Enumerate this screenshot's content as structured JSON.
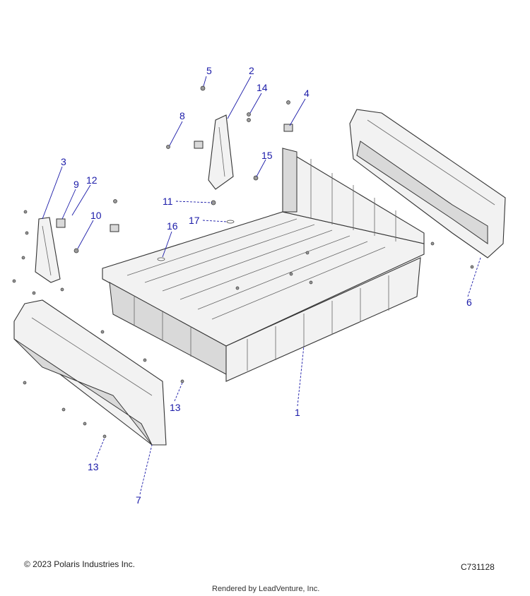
{
  "callouts": [
    {
      "id": "c1",
      "label": "1"
    },
    {
      "id": "c2",
      "label": "2"
    },
    {
      "id": "c3",
      "label": "3"
    },
    {
      "id": "c4",
      "label": "4"
    },
    {
      "id": "c5",
      "label": "5"
    },
    {
      "id": "c6",
      "label": "6"
    },
    {
      "id": "c7",
      "label": "7"
    },
    {
      "id": "c8",
      "label": "8"
    },
    {
      "id": "c9",
      "label": "9"
    },
    {
      "id": "c10",
      "label": "10"
    },
    {
      "id": "c11",
      "label": "11"
    },
    {
      "id": "c12",
      "label": "12"
    },
    {
      "id": "c13a",
      "label": "13"
    },
    {
      "id": "c13b",
      "label": "13"
    },
    {
      "id": "c14",
      "label": "14"
    },
    {
      "id": "c15",
      "label": "15"
    },
    {
      "id": "c16",
      "label": "16"
    },
    {
      "id": "c17",
      "label": "17"
    }
  ],
  "footer": {
    "copyright": "© 2023 Polaris Industries Inc.",
    "diagram_code": "C731128",
    "rendered_by": "Rendered by LeadVenture, Inc."
  },
  "colors": {
    "callout_text": "#1a1aa8",
    "part_fill": "#f2f2f2",
    "line": "#333333"
  }
}
